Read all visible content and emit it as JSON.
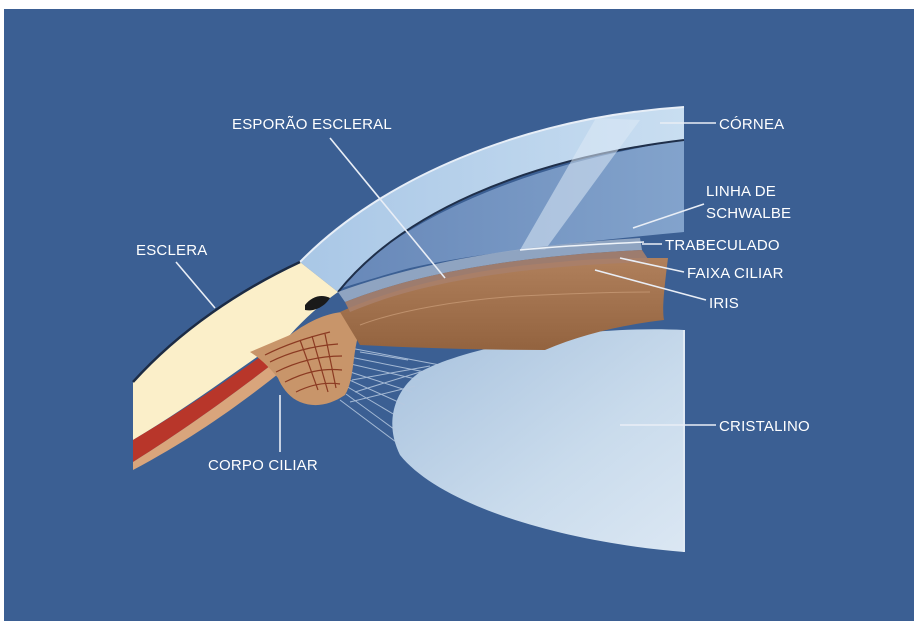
{
  "colors": {
    "background": "#3b5f93",
    "border": "#ffffff",
    "label_text": "#ffffff",
    "cornea": "#b9d4ec",
    "sclera": "#fbefc9",
    "ciliary_body": "#c8956a",
    "iris": "#a87557",
    "lens": "#c6d8ea",
    "blood": "#b8362a"
  },
  "labels": {
    "esporao_escleral": "ESPORÃO ESCLERAL",
    "cornea": "CÓRNEA",
    "linha_de": "LINHA DE",
    "schwalbe": "SCHWALBE",
    "esclera": "ESCLERA",
    "trabeculado": "TRABECULADO",
    "faixa_ciliar": "FAIXA CILIAR",
    "iris": "IRIS",
    "cristalino": "CRISTALINO",
    "corpo_ciliar": "CORPO CILIAR"
  }
}
